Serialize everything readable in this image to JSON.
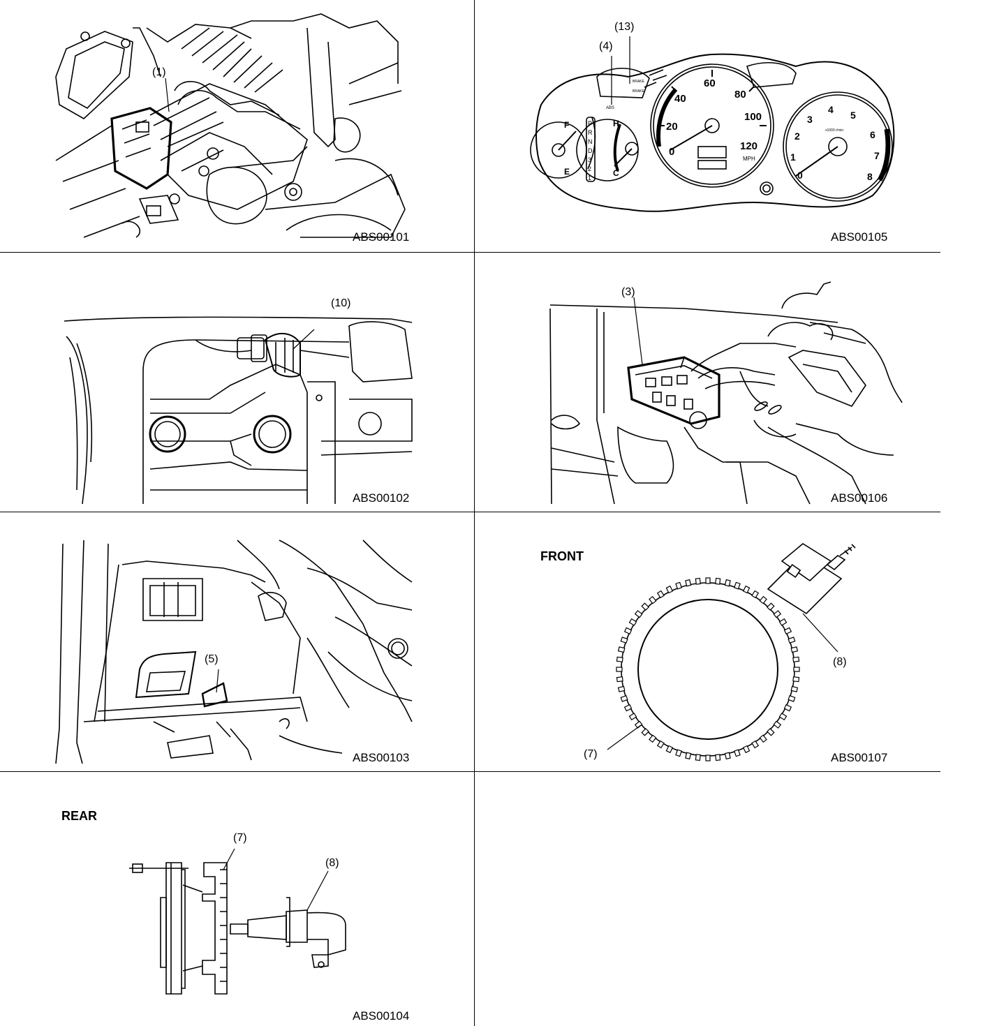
{
  "panels": [
    {
      "code": "ABS00101",
      "callouts": [
        "(1)"
      ]
    },
    {
      "code": "ABS00105",
      "callouts": [
        "(13)",
        "(4)"
      ],
      "gauges": {
        "speed_ticks": [
          "0",
          "20",
          "40",
          "60",
          "80",
          "100",
          "120"
        ],
        "speed_unit": "MPH",
        "tach_ticks": [
          "0",
          "1",
          "2",
          "3",
          "4",
          "5",
          "6",
          "7",
          "8"
        ],
        "tach_unit": "x1000 r/min",
        "fuel_marks": [
          "F",
          "E"
        ],
        "temp_marks": [
          "H",
          "C"
        ],
        "shift_positions": [
          "P",
          "R",
          "N",
          "D",
          "3",
          "2",
          "1"
        ],
        "warn_labels": [
          "BRAKE",
          "BRAKE",
          "ABS"
        ]
      }
    },
    {
      "code": "ABS00102",
      "callouts": [
        "(10)"
      ]
    },
    {
      "code": "ABS00106",
      "callouts": [
        "(3)"
      ]
    },
    {
      "code": "ABS00103",
      "callouts": [
        "(5)"
      ]
    },
    {
      "code": "ABS00107",
      "heading": "FRONT",
      "callouts": [
        "(8)",
        "(7)"
      ]
    },
    {
      "code": "ABS00104",
      "heading": "REAR",
      "callouts": [
        "(7)",
        "(8)"
      ]
    }
  ]
}
